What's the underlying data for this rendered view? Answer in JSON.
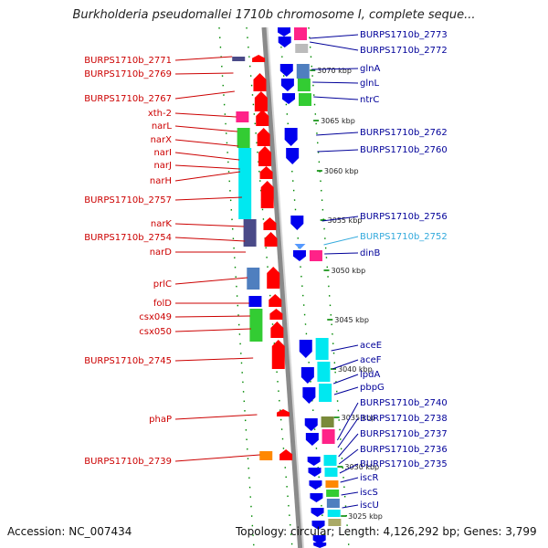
{
  "title": "Burkholderia pseudomallei 1710b chromosome I, complete seque...",
  "footer": {
    "accession": "Accession: NC_007434",
    "topology": "Topology: circular; Length: 4,126,292 bp; Genes: 3,799"
  },
  "colors": {
    "left_label": "#cc0000",
    "right_label": "#000099",
    "highlight_label": "#33aadd",
    "reverse_gene": "#ff0000",
    "forward_gene": "#0000ee",
    "scale_tick": "#008800"
  },
  "left_genes": [
    {
      "label": "BURPS1710b_2771"
    },
    {
      "label": "BURPS1710b_2769"
    },
    {
      "label": "BURPS1710b_2767"
    },
    {
      "label": "xth-2"
    },
    {
      "label": "narL"
    },
    {
      "label": "narX"
    },
    {
      "label": "narI"
    },
    {
      "label": "narJ"
    },
    {
      "label": "narH"
    },
    {
      "label": "BURPS1710b_2757"
    },
    {
      "label": "narK"
    },
    {
      "label": "BURPS1710b_2754"
    },
    {
      "label": "narD"
    },
    {
      "label": "prlC"
    },
    {
      "label": "folD"
    },
    {
      "label": "csx049"
    },
    {
      "label": "csx050"
    },
    {
      "label": "BURPS1710b_2745"
    },
    {
      "label": "phaP"
    },
    {
      "label": "BURPS1710b_2739"
    }
  ],
  "right_genes": [
    {
      "label": "BURPS1710b_2773",
      "highlight": false
    },
    {
      "label": "BURPS1710b_2772",
      "highlight": false
    },
    {
      "label": "glnA",
      "highlight": false
    },
    {
      "label": "glnL",
      "highlight": false
    },
    {
      "label": "ntrC",
      "highlight": false
    },
    {
      "label": "BURPS1710b_2762",
      "highlight": false
    },
    {
      "label": "BURPS1710b_2760",
      "highlight": false
    },
    {
      "label": "BURPS1710b_2756",
      "highlight": false
    },
    {
      "label": "BURPS1710b_2752",
      "highlight": true
    },
    {
      "label": "dinB",
      "highlight": false
    },
    {
      "label": "aceE",
      "highlight": false
    },
    {
      "label": "aceF",
      "highlight": false
    },
    {
      "label": "lpdA",
      "highlight": false
    },
    {
      "label": "pbpG",
      "highlight": false
    },
    {
      "label": "BURPS1710b_2740",
      "highlight": false
    },
    {
      "label": "BURPS1710b_2738",
      "highlight": false
    },
    {
      "label": "BURPS1710b_2737",
      "highlight": false
    },
    {
      "label": "BURPS1710b_2736",
      "highlight": false
    },
    {
      "label": "BURPS1710b_2735",
      "highlight": false
    },
    {
      "label": "iscR",
      "highlight": false
    },
    {
      "label": "iscS",
      "highlight": false
    },
    {
      "label": "iscU",
      "highlight": false
    }
  ],
  "scale_labels": [
    "3070 kbp",
    "3065 kbp",
    "3060 kbp",
    "3055 kbp",
    "3050 kbp",
    "3045 kbp",
    "3040 kbp",
    "3035 kbp",
    "3030 kbp",
    "3025 kbp"
  ]
}
